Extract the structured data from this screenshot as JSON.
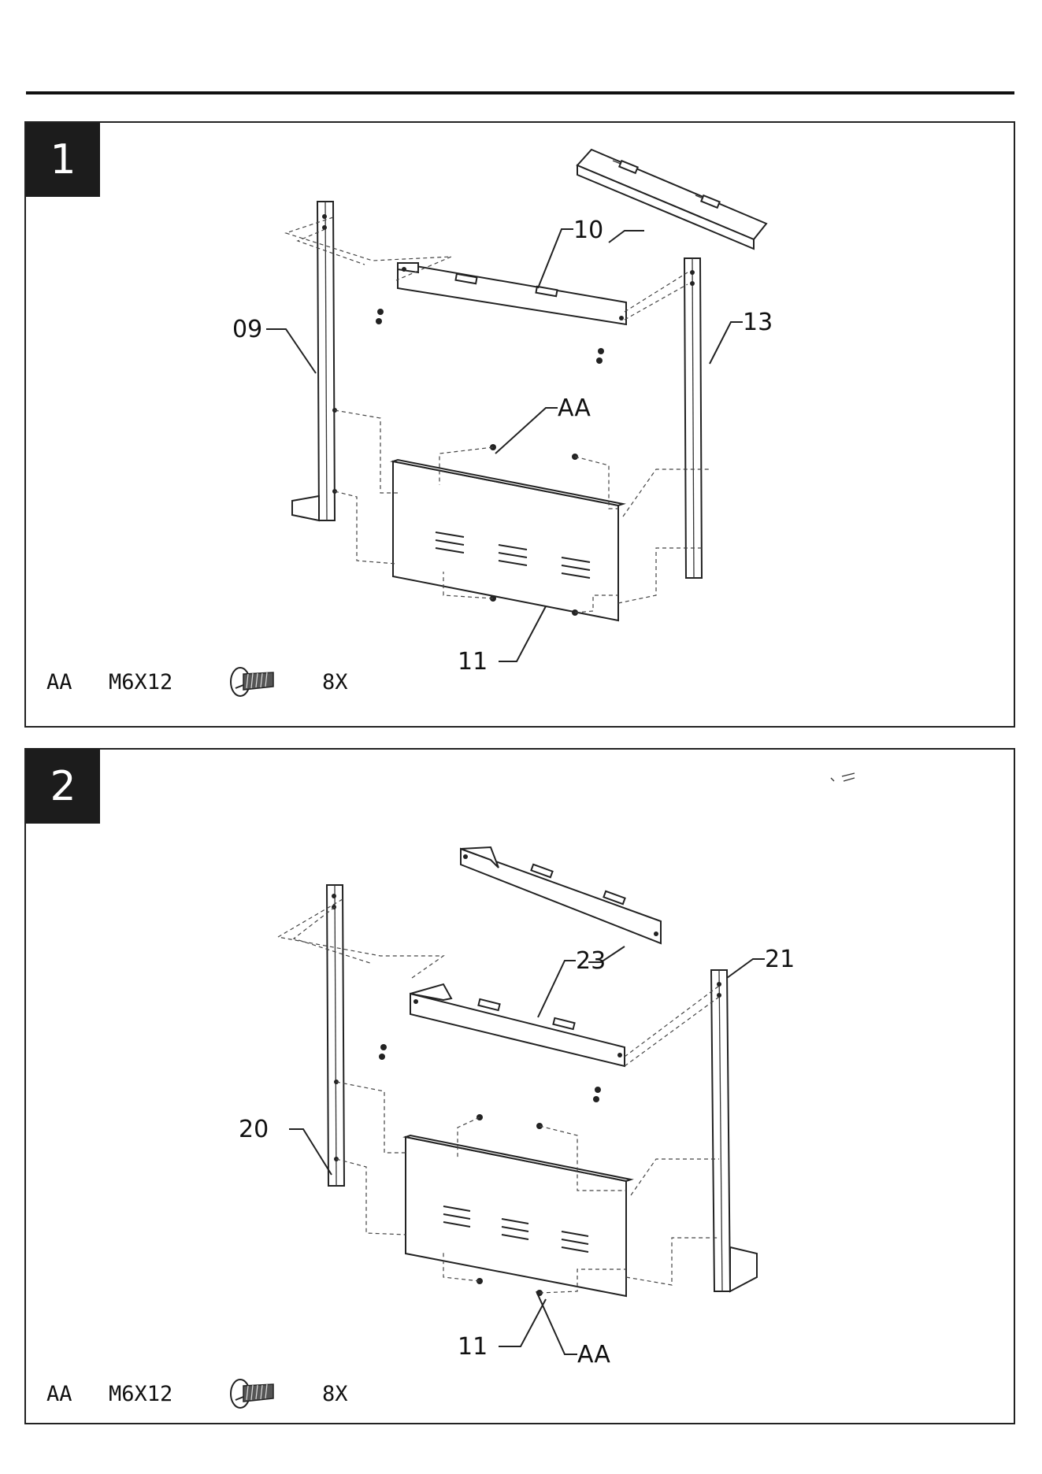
{
  "steps": [
    {
      "number": "1",
      "labels": {
        "crossbar": "10",
        "left_leg": "09",
        "right_leg": "13",
        "fastener": "AA",
        "panel": "11"
      },
      "hardware": {
        "code": "AA",
        "size": "M6X12",
        "qty": "8X",
        "icon": "bolt-icon"
      }
    },
    {
      "number": "2",
      "labels": {
        "crossbar": "23",
        "right_leg": "21",
        "left_leg": "20",
        "panel": "11",
        "fastener": "AA"
      },
      "hardware": {
        "code": "AA",
        "size": "M6X12",
        "qty": "8X",
        "icon": "bolt-icon"
      }
    }
  ]
}
